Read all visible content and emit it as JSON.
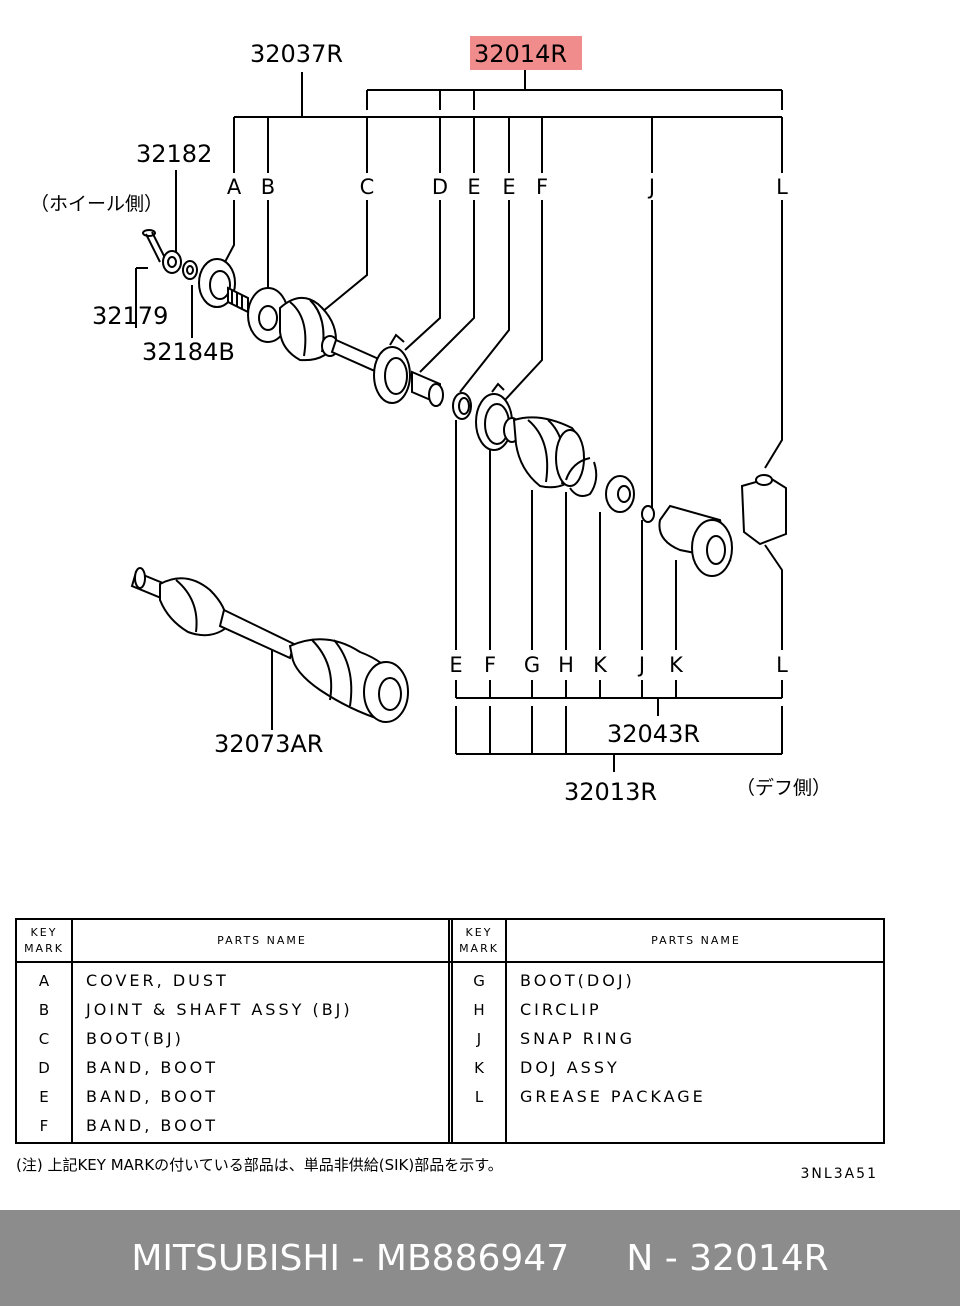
{
  "part_numbers": {
    "assembly_bj": "32037R",
    "kit_highlight": "32014R",
    "nut": "32182",
    "cotter_pin": "32179",
    "washer": "32184B",
    "complete_shaft": "32073AR",
    "doj_set": "32043R",
    "boot_kit": "32013R"
  },
  "side_labels": {
    "wheel_side": "（ホイール側）",
    "diff_side": "（デフ側）"
  },
  "top_letters": [
    "A",
    "B",
    "C",
    "D",
    "E",
    "E",
    "F",
    "J",
    "L"
  ],
  "bottom_letters": [
    "E",
    "F",
    "G",
    "H",
    "K",
    "J",
    "K",
    "L"
  ],
  "table": {
    "header_key": [
      "KEY",
      "MARK"
    ],
    "header_name": "PARTS NAME",
    "left_rows": [
      {
        "key": "A",
        "name": "COVER, DUST"
      },
      {
        "key": "B",
        "name": "JOINT & SHAFT ASSY (BJ)"
      },
      {
        "key": "C",
        "name": "BOOT(BJ)"
      },
      {
        "key": "D",
        "name": "BAND, BOOT"
      },
      {
        "key": "E",
        "name": "BAND, BOOT"
      },
      {
        "key": "F",
        "name": "BAND, BOOT"
      }
    ],
    "right_rows": [
      {
        "key": "G",
        "name": "BOOT(DOJ)"
      },
      {
        "key": "H",
        "name": "CIRCLIP"
      },
      {
        "key": "J",
        "name": "SNAP RING"
      },
      {
        "key": "K",
        "name": "DOJ ASSY"
      },
      {
        "key": "L",
        "name": "GREASE PACKAGE"
      }
    ]
  },
  "note": "(注) 上記KEY MARKの付いている部品は、単品非供給(SIK)部品を示す。",
  "diagram_code": "3NL3A51",
  "footer": "MITSUBISHI - MB886947     N - 32014R",
  "colors": {
    "highlight": "#f08c8c",
    "footer_bg": "#8c8c8c",
    "footer_text": "#ffffff"
  }
}
